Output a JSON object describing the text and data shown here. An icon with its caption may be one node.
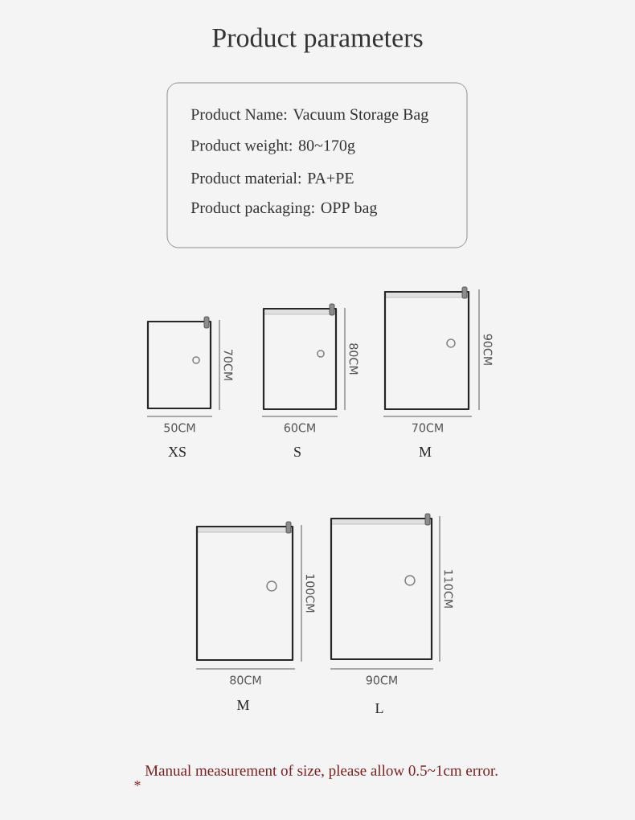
{
  "diagram": {
    "title": "Product parameters",
    "nodes": [
      {
        "text": [
          "Product Name: Vacuum Storage Bag",
          "Product weight: 80~170g",
          "Product material: PA+PE",
          "Product packaging: OPP bag"
        ]
      }
    ],
    "labels": [
      "50CM",
      "70CM",
      "XS",
      "60CM",
      "80CM",
      "S",
      "70CM",
      "90CM",
      "M",
      "80CM",
      "100CM",
      "M",
      "90CM",
      "110CM",
      "L",
      "Manual measurement of size, please allow 0.5~1cm error.",
      "*"
    ]
  }
}
